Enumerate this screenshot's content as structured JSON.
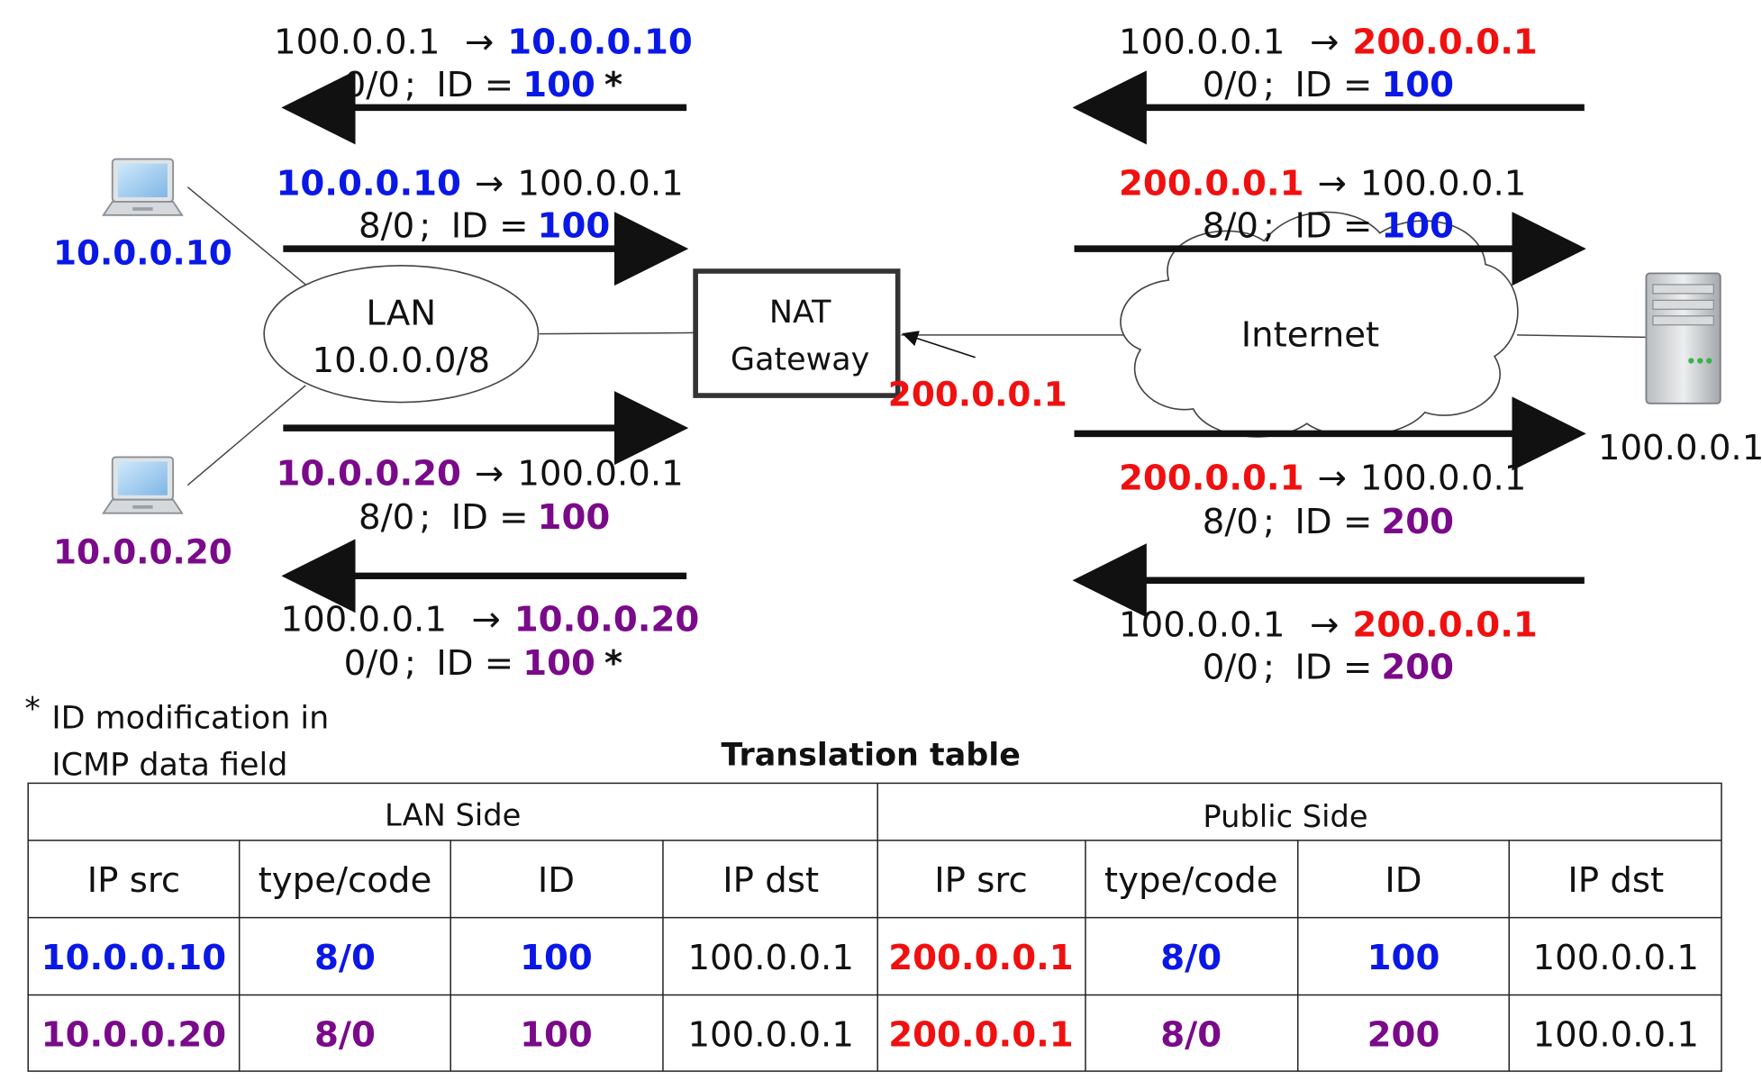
{
  "colors": {
    "blue": "#0a18e6",
    "purple": "#7a0a8a",
    "red": "#f01010",
    "black": "#111111"
  },
  "icons": {
    "host1": "laptop-icon",
    "host2": "laptop-icon",
    "server": "server-icon",
    "cloud": "cloud-icon"
  },
  "hosts": {
    "host1_ip": "10.0.0.10",
    "host2_ip": "10.0.0.20",
    "server_ip": "100.0.0.1"
  },
  "nodes": {
    "lan_line1": "LAN",
    "lan_line2": "10.0.0.0/8",
    "nat_line1": "NAT",
    "nat_line2": "Gateway",
    "nat_public_ip": "200.0.0.1",
    "internet": "Internet"
  },
  "common": {
    "arrow": "→",
    "sep": ";",
    "id_eq": "ID =",
    "star": "*"
  },
  "flows": {
    "l1": {
      "src": "100.0.0.1",
      "dst": "10.0.0.10",
      "tc": "0/0",
      "id": "100"
    },
    "l2": {
      "src": "10.0.0.10",
      "dst": "100.0.0.1",
      "tc": "8/0",
      "id": "100"
    },
    "l3": {
      "src": "10.0.0.20",
      "dst": "100.0.0.1",
      "tc": "8/0",
      "id": "100"
    },
    "l4": {
      "src": "100.0.0.1",
      "dst": "10.0.0.20",
      "tc": "0/0",
      "id": "100"
    },
    "r1": {
      "src": "100.0.0.1",
      "dst": "200.0.0.1",
      "tc": "0/0",
      "id": "100"
    },
    "r2": {
      "src": "200.0.0.1",
      "dst": "100.0.0.1",
      "tc": "8/0",
      "id": "100"
    },
    "r3": {
      "src": "200.0.0.1",
      "dst": "100.0.0.1",
      "tc": "8/0",
      "id": "200"
    },
    "r4": {
      "src": "100.0.0.1",
      "dst": "200.0.0.1",
      "tc": "0/0",
      "id": "200"
    }
  },
  "footnote": {
    "star": "*",
    "line1": "ID modification in",
    "line2": "ICMP data field"
  },
  "table": {
    "title": "Translation table",
    "lan_side": "LAN Side",
    "public_side": "Public Side",
    "columns": [
      "IP src",
      "type/code",
      "ID",
      "IP dst",
      "IP src",
      "type/code",
      "ID",
      "IP dst"
    ],
    "rows": [
      [
        "10.0.0.10",
        "8/0",
        "100",
        "100.0.0.1",
        "200.0.0.1",
        "8/0",
        "100",
        "100.0.0.1"
      ],
      [
        "10.0.0.20",
        "8/0",
        "100",
        "100.0.0.1",
        "200.0.0.1",
        "8/0",
        "200",
        "100.0.0.1"
      ]
    ]
  }
}
